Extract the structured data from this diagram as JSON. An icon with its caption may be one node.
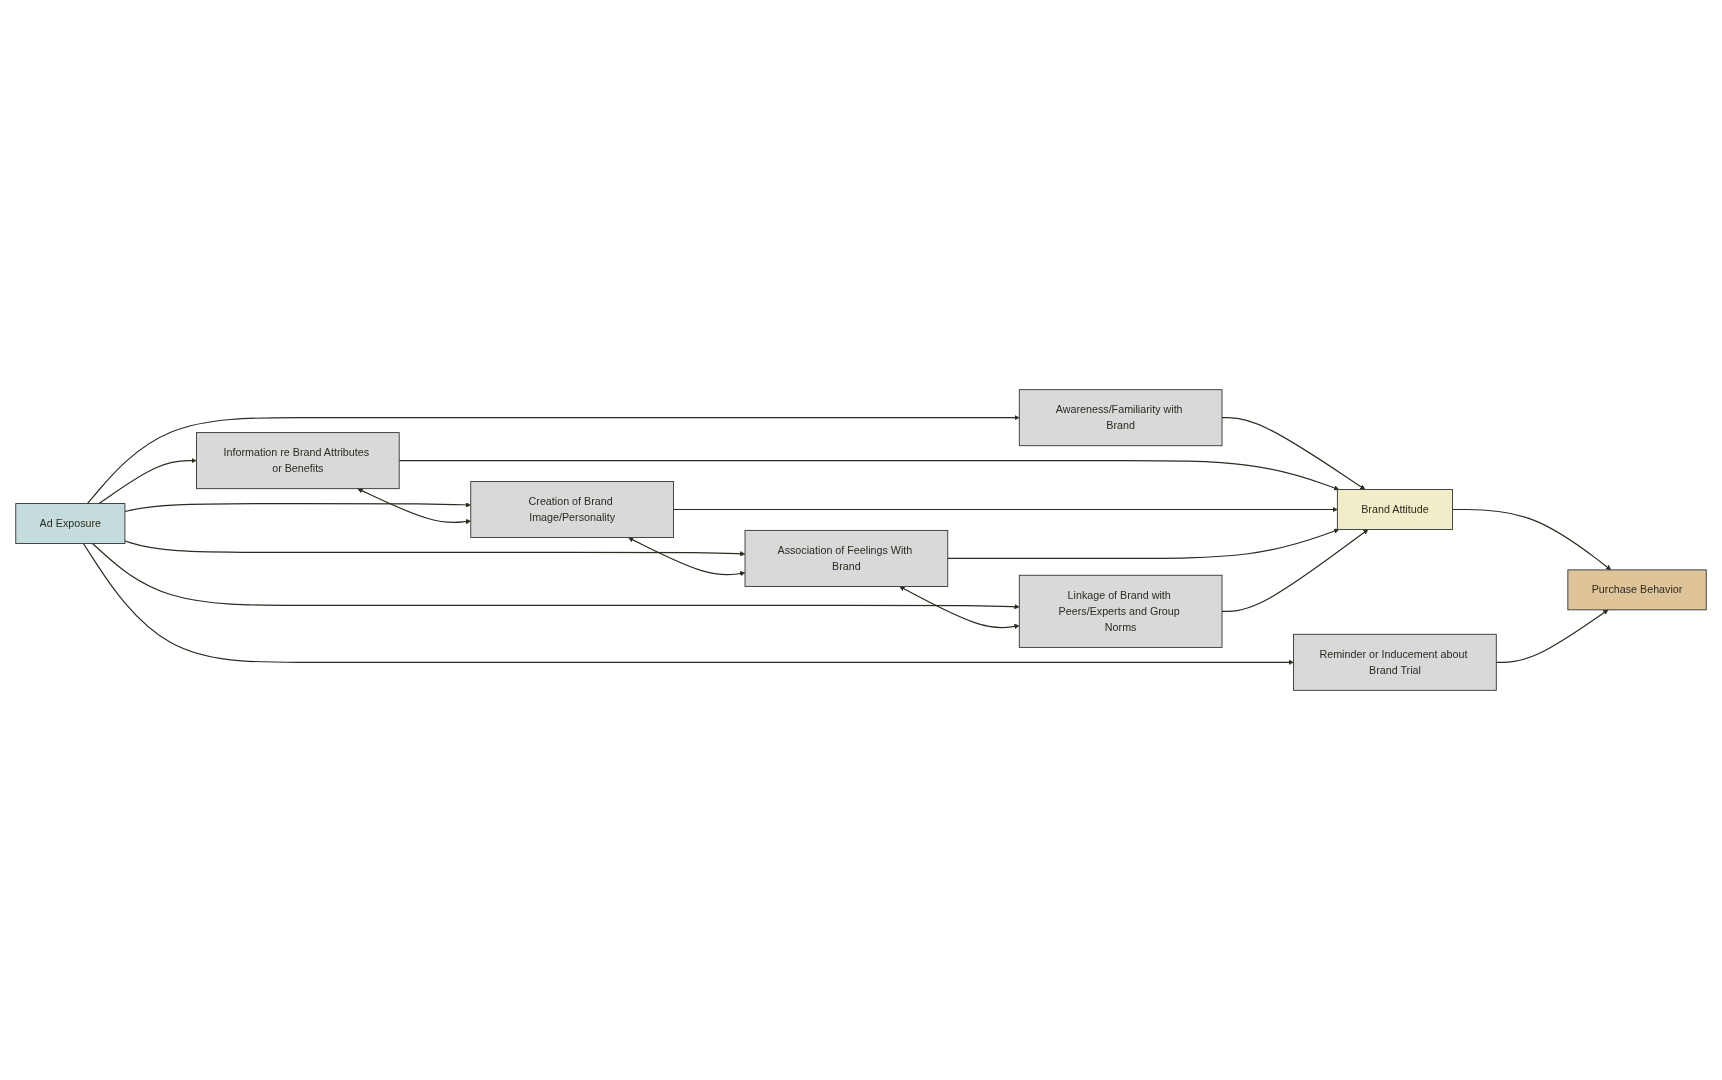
{
  "diagram": {
    "nodes": [
      {
        "text": [
          "Ad Exposure"
        ]
      },
      {
        "text": [
          "Awareness/Familiarity with Brand"
        ]
      },
      {
        "text": [
          "Information re Brand Attributes or Benefits"
        ]
      },
      {
        "text": [
          "Creation of Brand Image/Personality"
        ]
      },
      {
        "text": [
          "Association of Feelings With Brand"
        ]
      },
      {
        "text": [
          "Linkage of Brand with Peers/Experts and Group Norms"
        ]
      },
      {
        "text": [
          "Reminder or Inducement about Brand Trial"
        ]
      },
      {
        "text": [
          "Brand Attitude"
        ]
      },
      {
        "text": [
          "Purchase Behavior"
        ]
      }
    ],
    "edges": [
      {
        "from": 0,
        "to": 1,
        "arrow": "to"
      },
      {
        "from": 0,
        "to": 2,
        "arrow": "to"
      },
      {
        "from": 0,
        "to": 3,
        "arrow": "to"
      },
      {
        "from": 0,
        "to": 4,
        "arrow": "to"
      },
      {
        "from": 0,
        "to": 5,
        "arrow": "to"
      },
      {
        "from": 0,
        "to": 6,
        "arrow": "to"
      },
      {
        "from": 2,
        "to": 3,
        "arrow": "both"
      },
      {
        "from": 3,
        "to": 4,
        "arrow": "both"
      },
      {
        "from": 4,
        "to": 5,
        "arrow": "both"
      },
      {
        "from": 1,
        "to": 7,
        "arrow": "to"
      },
      {
        "from": 2,
        "to": 7,
        "arrow": "to"
      },
      {
        "from": 3,
        "to": 7,
        "arrow": "to"
      },
      {
        "from": 4,
        "to": 7,
        "arrow": "to"
      },
      {
        "from": 5,
        "to": 7,
        "arrow": "to"
      },
      {
        "from": 7,
        "to": 8,
        "arrow": "to"
      },
      {
        "from": 6,
        "to": 8,
        "arrow": "to"
      }
    ]
  }
}
